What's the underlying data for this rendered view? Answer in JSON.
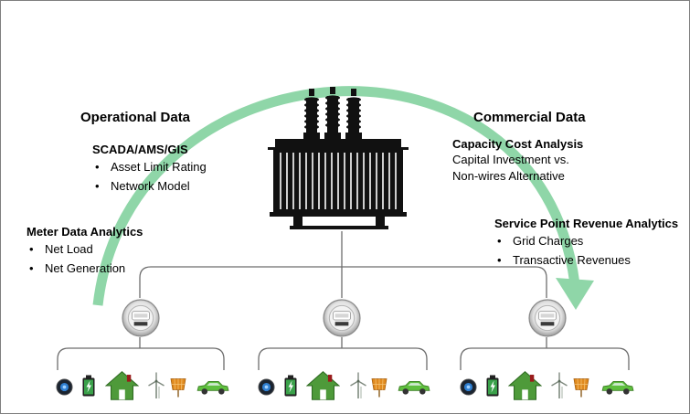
{
  "operational": {
    "title": "Operational Data",
    "systems": {
      "label": "SCADA/AMS/GIS",
      "items": [
        "Asset Limit Rating",
        "Network Model"
      ]
    },
    "meter": {
      "label": "Meter Data Analytics",
      "items": [
        "Net Load",
        "Net Generation"
      ]
    }
  },
  "commercial": {
    "title": "Commercial Data",
    "capacity": {
      "label": "Capacity Cost Analysis",
      "lines": [
        "Capital Investment vs.",
        "Non-wires Alternative"
      ]
    },
    "service": {
      "label": "Service Point Revenue Analytics",
      "items": [
        "Grid Charges",
        "Transactive Revenues"
      ]
    }
  },
  "icons": {
    "transformer": "transformer-icon",
    "meter": "smart-meter-icon",
    "endpoints": [
      "thermostat-icon",
      "battery-icon",
      "home-icon",
      "wind-turbine-icon",
      "solar-panel-icon",
      "electric-car-icon"
    ]
  },
  "colors": {
    "arrow": "#8fd6a8",
    "transformer": "#111111",
    "lines": "#6d6d6d",
    "home": "#4e9a3a",
    "battery": "#3aa14a",
    "car": "#5fbf3f",
    "solar": "#e08a1e"
  }
}
